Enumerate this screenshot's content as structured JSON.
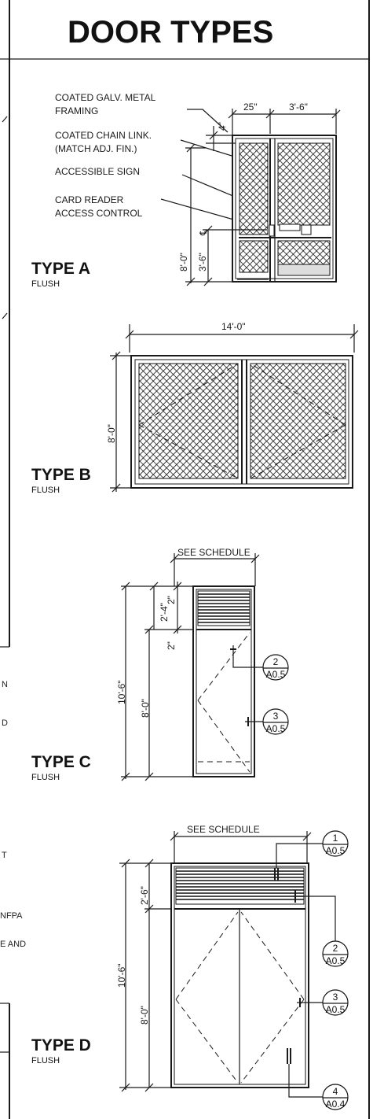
{
  "header": {
    "title": "DOOR TYPES"
  },
  "left_fragments": [
    "N",
    "D",
    "T",
    "NFPA",
    "E AND"
  ],
  "type_a": {
    "title": "TYPE A",
    "subtitle": "FLUSH",
    "labels": {
      "framing_1": "COATED GALV. METAL",
      "framing_2": "FRAMING",
      "chain_1": "COATED CHAIN LINK.",
      "chain_2": "(MATCH ADJ. FIN.)",
      "sign": "ACCESSIBLE SIGN",
      "reader_1": "CARD READER",
      "reader_2": "ACCESS CONTROL"
    },
    "dims": {
      "w1": "25\"",
      "w2": "3'-6\"",
      "top": "4\"",
      "h1": "8'-0\"",
      "h2": "3'-6\"",
      "cl": "℄"
    }
  },
  "type_b": {
    "title": "TYPE B",
    "subtitle": "FLUSH",
    "dims": {
      "width": "14'-0\"",
      "height": "8'-0\""
    }
  },
  "type_c": {
    "title": "TYPE C",
    "subtitle": "FLUSH",
    "schedule": "SEE SCHEDULE",
    "dims": {
      "total": "10'-6\"",
      "door": "8'-0\"",
      "transom": "2'-4\"",
      "gap1": "2\"",
      "gap2": "2\""
    },
    "callouts": [
      {
        "num": "2",
        "sheet": "A0.5"
      },
      {
        "num": "3",
        "sheet": "A0.5"
      }
    ]
  },
  "type_d": {
    "title": "TYPE D",
    "subtitle": "FLUSH",
    "schedule": "SEE SCHEDULE",
    "dims": {
      "total": "10'-6\"",
      "door": "8'-0\"",
      "transom": "2'-6\""
    },
    "callouts": [
      {
        "num": "1",
        "sheet": "A0.5"
      },
      {
        "num": "2",
        "sheet": "A0.5"
      },
      {
        "num": "3",
        "sheet": "A0.5"
      },
      {
        "num": "4",
        "sheet": "A0.4"
      }
    ]
  }
}
